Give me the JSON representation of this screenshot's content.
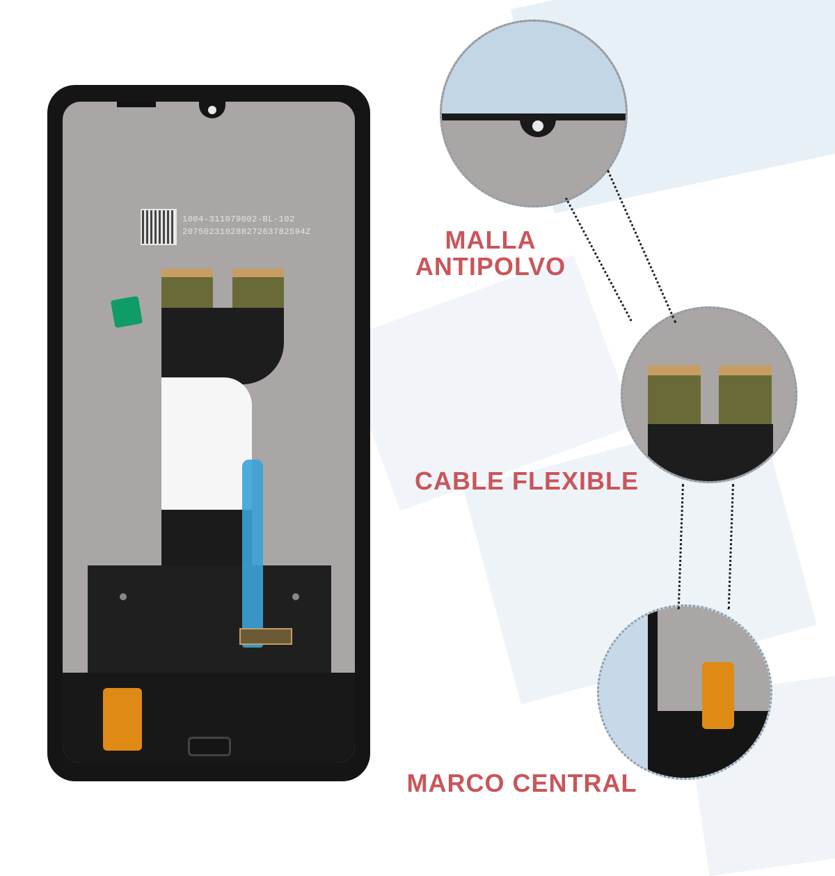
{
  "labels": {
    "mesh": {
      "line1": "MALLA",
      "line2": "ANTIPOLVO"
    },
    "flex_cable": "CABLE FLEXIBLE",
    "mid_frame": "MARCO CENTRAL"
  },
  "panel_print": {
    "line1": "1004-311079002-BL-102",
    "line2": "20750231028827263782594Z"
  },
  "colors": {
    "label_red": "#c9555a",
    "panel_gray": "#a9a6a5",
    "frame_black": "#151515",
    "flex_orange": "#e08a16",
    "tab_blue": "#3aa3d8",
    "tab_green": "#0f9c66"
  }
}
